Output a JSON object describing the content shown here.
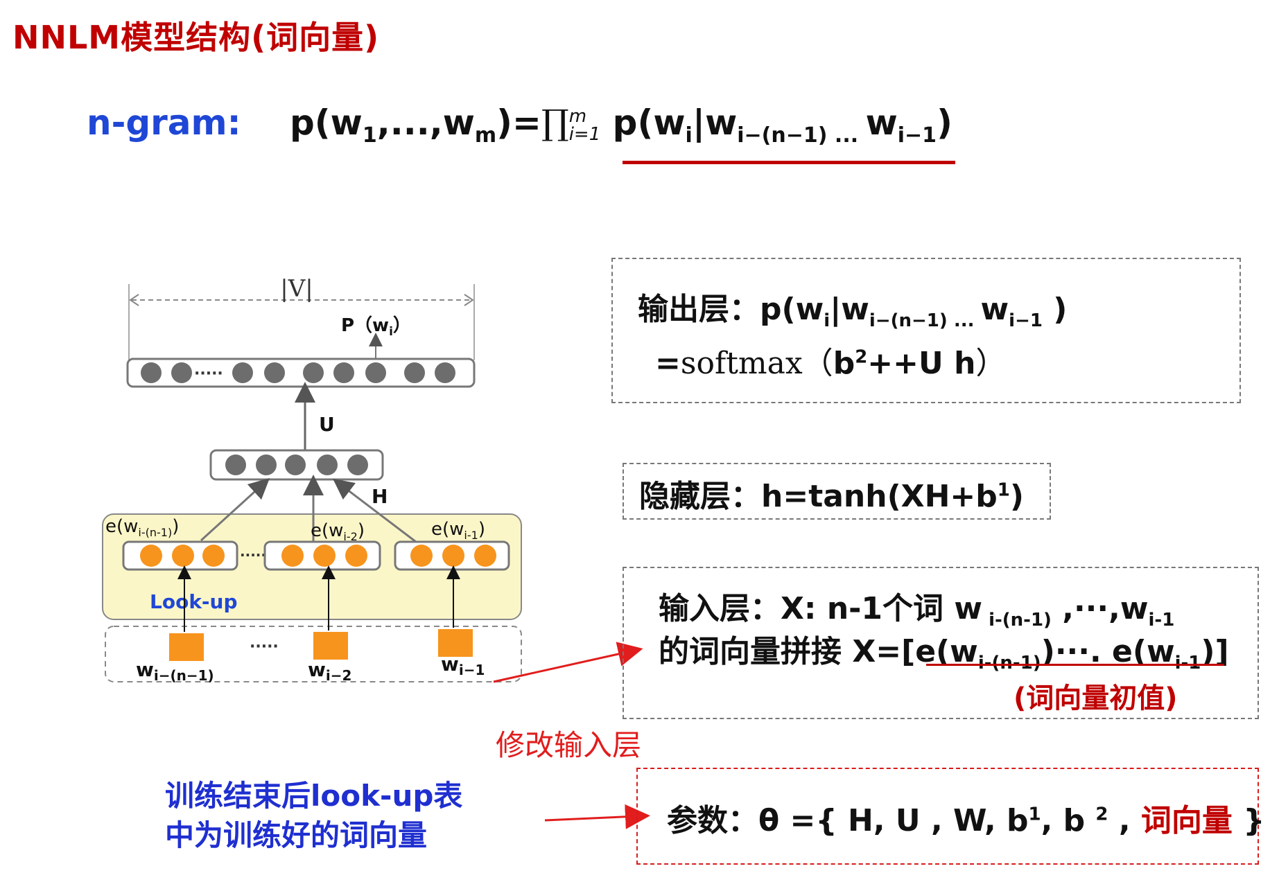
{
  "title": "NNLM模型结构(词向量)",
  "ngram": {
    "label": "n-gram:",
    "f_p_open": "p(w",
    "f_sub1": "1",
    "f_mid": ",...,w",
    "f_subm": "m",
    "f_eq": ")=",
    "f_prod": "∏",
    "f_prod_top": "m",
    "f_prod_bot": "i=1",
    "f_p2": " p(w",
    "f_sub_i": "i",
    "f_bar": "|w",
    "f_sub_in1": "i−(n−1)",
    "f_dots": " ... ",
    "f_w": "w",
    "f_sub_im1": "i−1",
    "f_close": ")"
  },
  "diagram": {
    "v_label": "|V|",
    "p_label": "P（w",
    "p_sub": "i",
    "p_close": "）",
    "dots_top": "·····",
    "u_label": "U",
    "h_label": "H",
    "e1_label": "e(w",
    "e1_sub": "i-(n-1)",
    "e1_close": ")",
    "e2_label": "e(w",
    "e2_sub": "i-2",
    "e2_close": ")",
    "e3_label": "e(w",
    "e3_sub": "i-1",
    "e3_close": ")",
    "dots_mid": "·····",
    "lookup_label": "Look-up",
    "w1_label": "w",
    "w1_sub": "i−(n−1)",
    "w2_label": "w",
    "w2_sub": "i−2",
    "w3_label": "w",
    "w3_sub": "i−1",
    "dots_bottom": "·····"
  },
  "output_box": {
    "prefix": "输出层：p(w",
    "sub_i": "i",
    "bar": "|w",
    "sub_in1": "i−(n−1)",
    "dots": " ... ",
    "w": "w",
    "sub_im1": "i−1",
    "close": " )",
    "line2_eq": "=",
    "line2_fn": "softmax（",
    "line2_b": "b",
    "line2_sup": "2",
    "line2_rest": "++U h",
    "line2_close": "）"
  },
  "hidden_box": {
    "text": "隐藏层：h=tanh(XH+b",
    "sup": "1",
    "close": ")"
  },
  "input_box": {
    "l1_prefix": "输入层：X: n-1个词 w",
    "l1_sub1": " i-(n-1)",
    "l1_mid": " ,···,w",
    "l1_sub2": "i-1",
    "l2_prefix": "的词向量拼接 X=[e(w",
    "l2_sub1": "i-(n-1)",
    "l2_mid": ")···. e(w",
    "l2_sub2": "i-1",
    "l2_close": ")]",
    "note": "(词向量初值)"
  },
  "params_box": {
    "prefix": "参数：θ ={ H, U , W, b",
    "sup1": "1",
    "mid": ", b ",
    "sup2": "2",
    "comma": " , ",
    "red": "词向量",
    "close": " }"
  },
  "modify_label": "修改输入层",
  "trained_note": {
    "line1": "训练结束后look-up表",
    "line2": "中为训练好的词向量"
  },
  "colors": {
    "title_red": "#c00000",
    "blue": "#1f47d6",
    "orange_node": "#f7941d",
    "gray_node": "#6d6d6d",
    "lookup_bg": "#fbf6c8",
    "arrow_red": "#e11d1d"
  }
}
